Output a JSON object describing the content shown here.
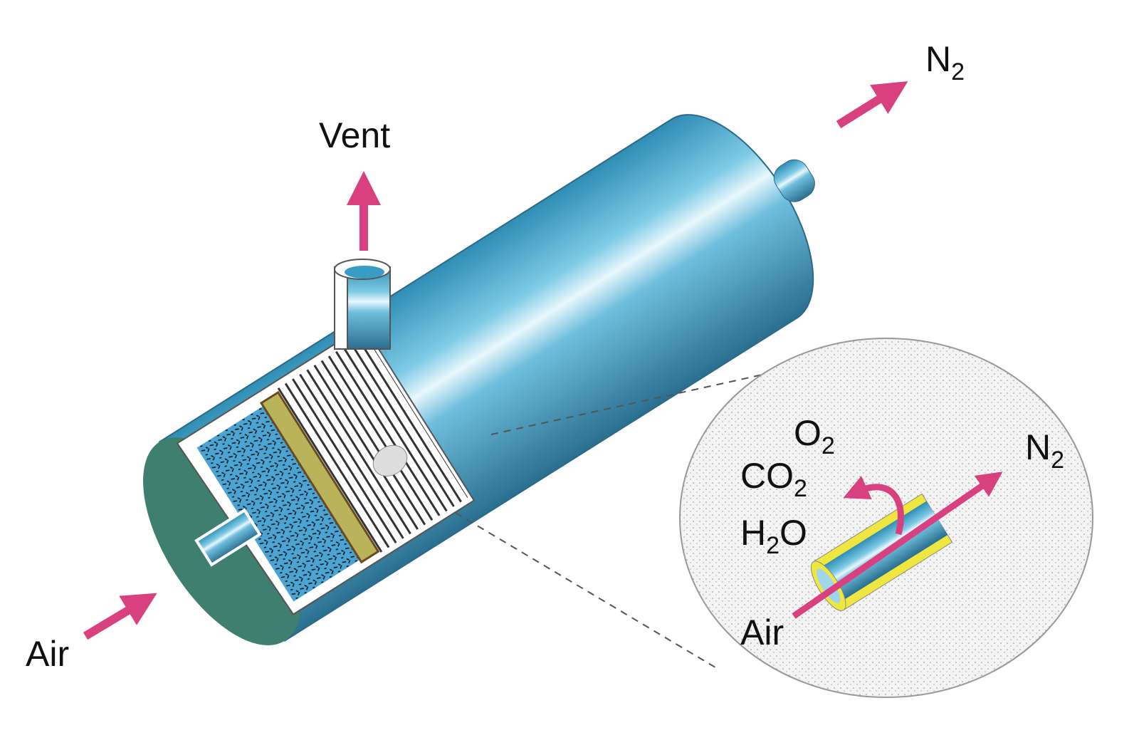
{
  "labels": {
    "n2_out": {
      "main": "N",
      "sub": "2"
    },
    "vent": "Vent",
    "air_in": "Air",
    "inset_o2": {
      "main": "O",
      "sub": "2"
    },
    "inset_co2": {
      "main": "CO",
      "sub": "2"
    },
    "inset_h2o": {
      "main": "H",
      "sub": "2",
      "tail": "O"
    },
    "inset_n2": {
      "main": "N",
      "sub": "2"
    },
    "inset_air": "Air"
  },
  "colors": {
    "arrow": "#d8407f",
    "cylinder": "#3a9cc4",
    "end_cap": "#3f7f70",
    "membrane": "#f0e640",
    "inset_bg": "#f2f2f2"
  }
}
